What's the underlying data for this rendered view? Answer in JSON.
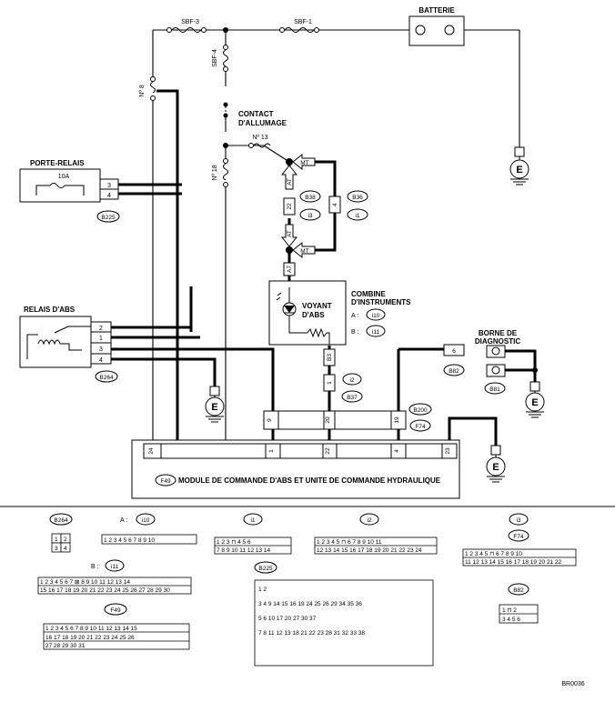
{
  "top": {
    "fuses": [
      "SBF-3",
      "SBF-1",
      "SBF-4",
      "Nº 8",
      "Nº 13",
      "Nº 18"
    ],
    "battery": "BATTERIE",
    "battery_plus": "⊕",
    "battery_minus": "⊖",
    "ignition_line1": "CONTACT",
    "ignition_line2": "D'ALLUMAGE",
    "ground": "E"
  },
  "relay_holder": {
    "title": "PORTE-RELAIS",
    "fuse": "10A",
    "pins": [
      "3",
      "4"
    ],
    "connector": "B225"
  },
  "abs_relay": {
    "title": "RELAIS D'ABS",
    "pins": [
      "2",
      "1",
      "3",
      "4"
    ],
    "connector": "B264"
  },
  "combo": {
    "title_line1": "COMBINE",
    "title_line2": "D'INSTRUMENTS",
    "a_label": "A :",
    "a_conn": "i10",
    "b_label": "B :",
    "b_conn": "i11",
    "lamp_line1": "VOYANT",
    "lamp_line2": "D'ABS"
  },
  "connectors": {
    "mt": "MT",
    "at": "AT",
    "b38": "B38",
    "i3": "i3",
    "b36": "B36",
    "i1": "i1",
    "pin22": "22",
    "pin4": "4",
    "pin7": "A7",
    "b3": "B3",
    "i2": "i2",
    "pin1": "1",
    "b37": "B37",
    "b200": "B200",
    "f74": "F74",
    "pin9": "9",
    "pin20": "20",
    "pin19": "19"
  },
  "diag": {
    "title_line1": "BORNE DE",
    "title_line2": "DIAGNOSTIC",
    "pin6": "6",
    "b82": "B82",
    "b81": "B81"
  },
  "module": {
    "conn": "F49",
    "label": "MODULE DE COMMANDE D'ABS ET UNITE DE COMMANDE HYDRAULIQUE",
    "pins": [
      "24",
      "1",
      "22",
      "4",
      "23"
    ]
  },
  "legend": {
    "b264": "B264",
    "a_prefix": "A :",
    "i10": "i10",
    "b_prefix": "B :",
    "i11": "i11",
    "f49": "F49",
    "i1": "i1",
    "b225": "B225",
    "i2": "i2",
    "i3": "i3",
    "f74": "F74",
    "b82": "B82"
  },
  "ref_code": "BR0036"
}
